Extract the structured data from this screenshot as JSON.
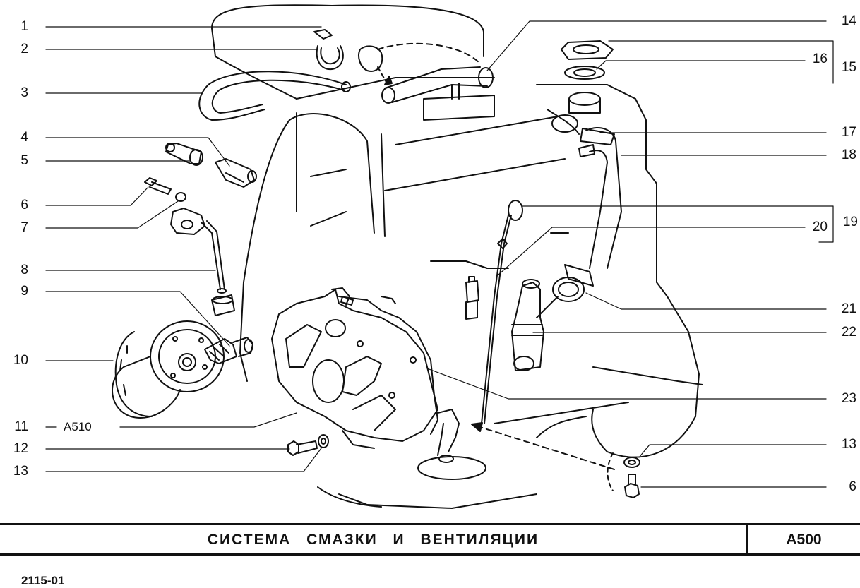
{
  "callouts_left": [
    "1",
    "2",
    "3",
    "4",
    "5",
    "6",
    "7",
    "8",
    "9",
    "10",
    "11",
    "12",
    "13"
  ],
  "callout_ref_11": "A510",
  "callouts_right": [
    "14",
    "16",
    "15",
    "17",
    "18",
    "20",
    "19",
    "21",
    "22",
    "23",
    "13",
    "6"
  ],
  "title": "СИСТЕМА   СМАЗКИ   И   ВЕНТИЛЯЦИИ",
  "code": "A500",
  "drawing_number": "2115-01"
}
